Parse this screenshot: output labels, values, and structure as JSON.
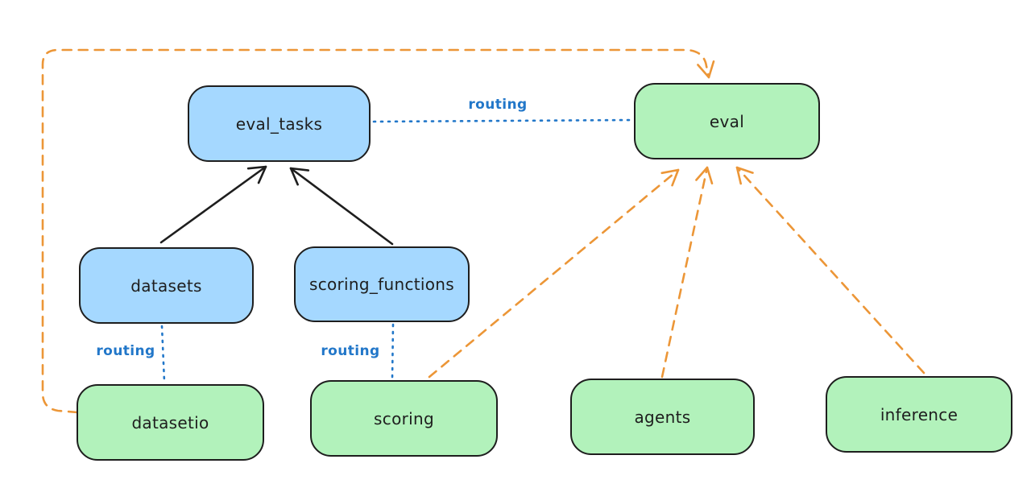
{
  "diagram": {
    "nodes": {
      "eval_tasks": {
        "label": "eval_tasks",
        "color": "blue"
      },
      "eval": {
        "label": "eval",
        "color": "green"
      },
      "datasets": {
        "label": "datasets",
        "color": "blue"
      },
      "scoring_functions": {
        "label": "scoring_functions",
        "color": "blue"
      },
      "datasetio": {
        "label": "datasetio",
        "color": "green"
      },
      "scoring": {
        "label": "scoring",
        "color": "green"
      },
      "agents": {
        "label": "agents",
        "color": "green"
      },
      "inference": {
        "label": "inference",
        "color": "green"
      }
    },
    "edge_labels": {
      "top": {
        "text": "routing"
      },
      "left": {
        "text": "routing"
      },
      "right": {
        "text": "routing"
      }
    },
    "edges": [
      {
        "from": "datasets",
        "to": "eval_tasks",
        "style": "solid",
        "color": "black",
        "arrow": true
      },
      {
        "from": "scoring_functions",
        "to": "eval_tasks",
        "style": "solid",
        "color": "black",
        "arrow": true
      },
      {
        "from": "eval_tasks",
        "to": "eval",
        "style": "dotted",
        "color": "blue",
        "arrow": false,
        "label": "routing"
      },
      {
        "from": "datasets",
        "to": "datasetio",
        "style": "dotted",
        "color": "blue",
        "arrow": false,
        "label": "routing"
      },
      {
        "from": "scoring_functions",
        "to": "scoring",
        "style": "dotted",
        "color": "blue",
        "arrow": false,
        "label": "routing"
      },
      {
        "from": "datasetio",
        "to": "eval",
        "style": "dashed",
        "color": "orange",
        "arrow": true
      },
      {
        "from": "scoring",
        "to": "eval",
        "style": "dashed",
        "color": "orange",
        "arrow": true
      },
      {
        "from": "agents",
        "to": "eval",
        "style": "dashed",
        "color": "orange",
        "arrow": true
      },
      {
        "from": "inference",
        "to": "eval",
        "style": "dashed",
        "color": "orange",
        "arrow": true
      }
    ]
  },
  "colors": {
    "canvas-bg": "#ffffff",
    "node-blue-fill": "#a5d8ff",
    "node-green-fill": "#b2f2bb",
    "node-stroke": "#1e1e1e",
    "edge-black": "#1e1e1e",
    "edge-blue": "#2277c9",
    "edge-orange": "#ec9637",
    "label-text": "#1e1e1e"
  }
}
